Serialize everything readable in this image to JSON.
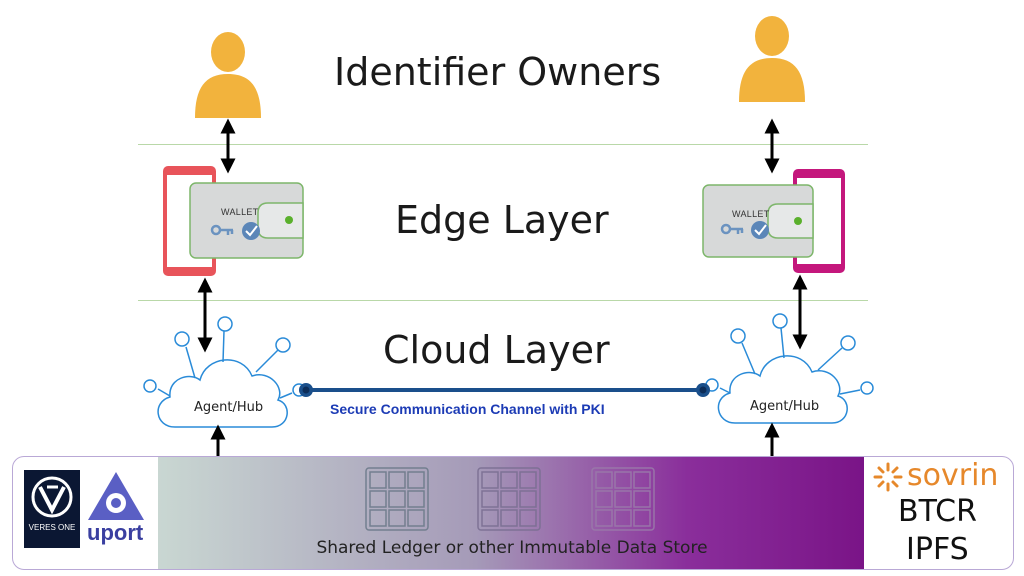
{
  "layers": {
    "owners": "Identifier Owners",
    "edge": "Edge Layer",
    "cloud": "Cloud Layer"
  },
  "wallet": {
    "label": "WALLET"
  },
  "agent": {
    "label": "Agent/Hub"
  },
  "channel": {
    "label": "Secure Communication Channel with PKI"
  },
  "ledger": {
    "label": "Shared Ledger or other Immutable Data Store"
  },
  "networks": {
    "veres": "VERES ONE",
    "uport": "uport",
    "sovrin": "sovrin",
    "btcr": "BTCR",
    "ipfs": "IPFS"
  },
  "colors": {
    "person": "#f2b33d",
    "phone_left": "#e8545a",
    "phone_right": "#c4177c",
    "wallet_fill": "#d7d9d9",
    "wallet_border": "#7db66a",
    "wallet_dot": "#5ab02c",
    "channel": "#1a4f8b",
    "channel_label": "#1c3bb5",
    "cloud_stroke": "#2a8bd8",
    "sovrin": "#e6882b"
  }
}
